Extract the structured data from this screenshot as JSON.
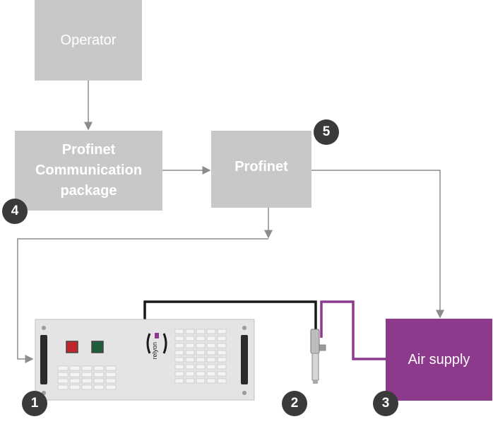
{
  "nodes": {
    "operator": "Operator",
    "profinet_comm": "Profinet\nCommunication\npackage",
    "profinet": "Profinet",
    "air_supply": "Air supply"
  },
  "badges": [
    "1",
    "2",
    "3",
    "4",
    "5"
  ],
  "device": {
    "brand": "relyon"
  },
  "colors": {
    "box_gray": "#c8c8c8",
    "air_purple": "#8e3a8c",
    "badge_dark": "#3a3a3a",
    "arrow_gray": "#8c8c8c",
    "cable_black": "#1a1a1a"
  }
}
